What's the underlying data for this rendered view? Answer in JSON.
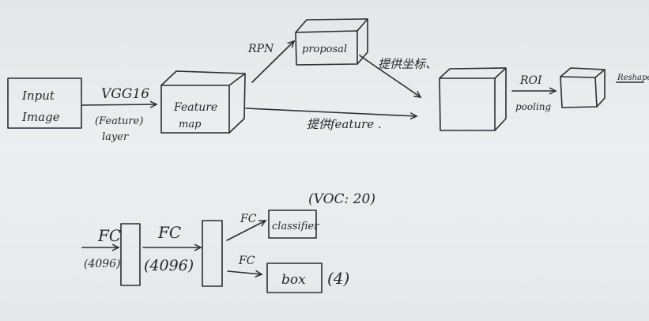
{
  "top_row": {
    "input_line1": "Input",
    "input_line2": "Image",
    "vgg_label": "VGG16",
    "vgg_sub1": "(Feature)",
    "vgg_sub2": "layer",
    "feature_line1": "Feature",
    "feature_line2": "map",
    "rpn_label": "RPN",
    "proposal_label": "proposal",
    "coords_label": "提供坐标、",
    "feature_provide_label": "提供feature .",
    "roi_label": "ROI",
    "pooling_label": "pooling",
    "reshape_label": "Reshape"
  },
  "bottom_row": {
    "fc1_label": "FC",
    "fc1_dim": "(4096)",
    "fc2_label": "FC",
    "fc2_dim": "(4096)",
    "fc3_label": "FC",
    "fc4_label": "FC",
    "classifier_label": "classifier",
    "voc_label": "(VOC: 20)",
    "box_label": "box",
    "box_dim": "(4)"
  },
  "colors": {
    "ink": "#2a2d33",
    "paper": "#e8eaeb"
  }
}
